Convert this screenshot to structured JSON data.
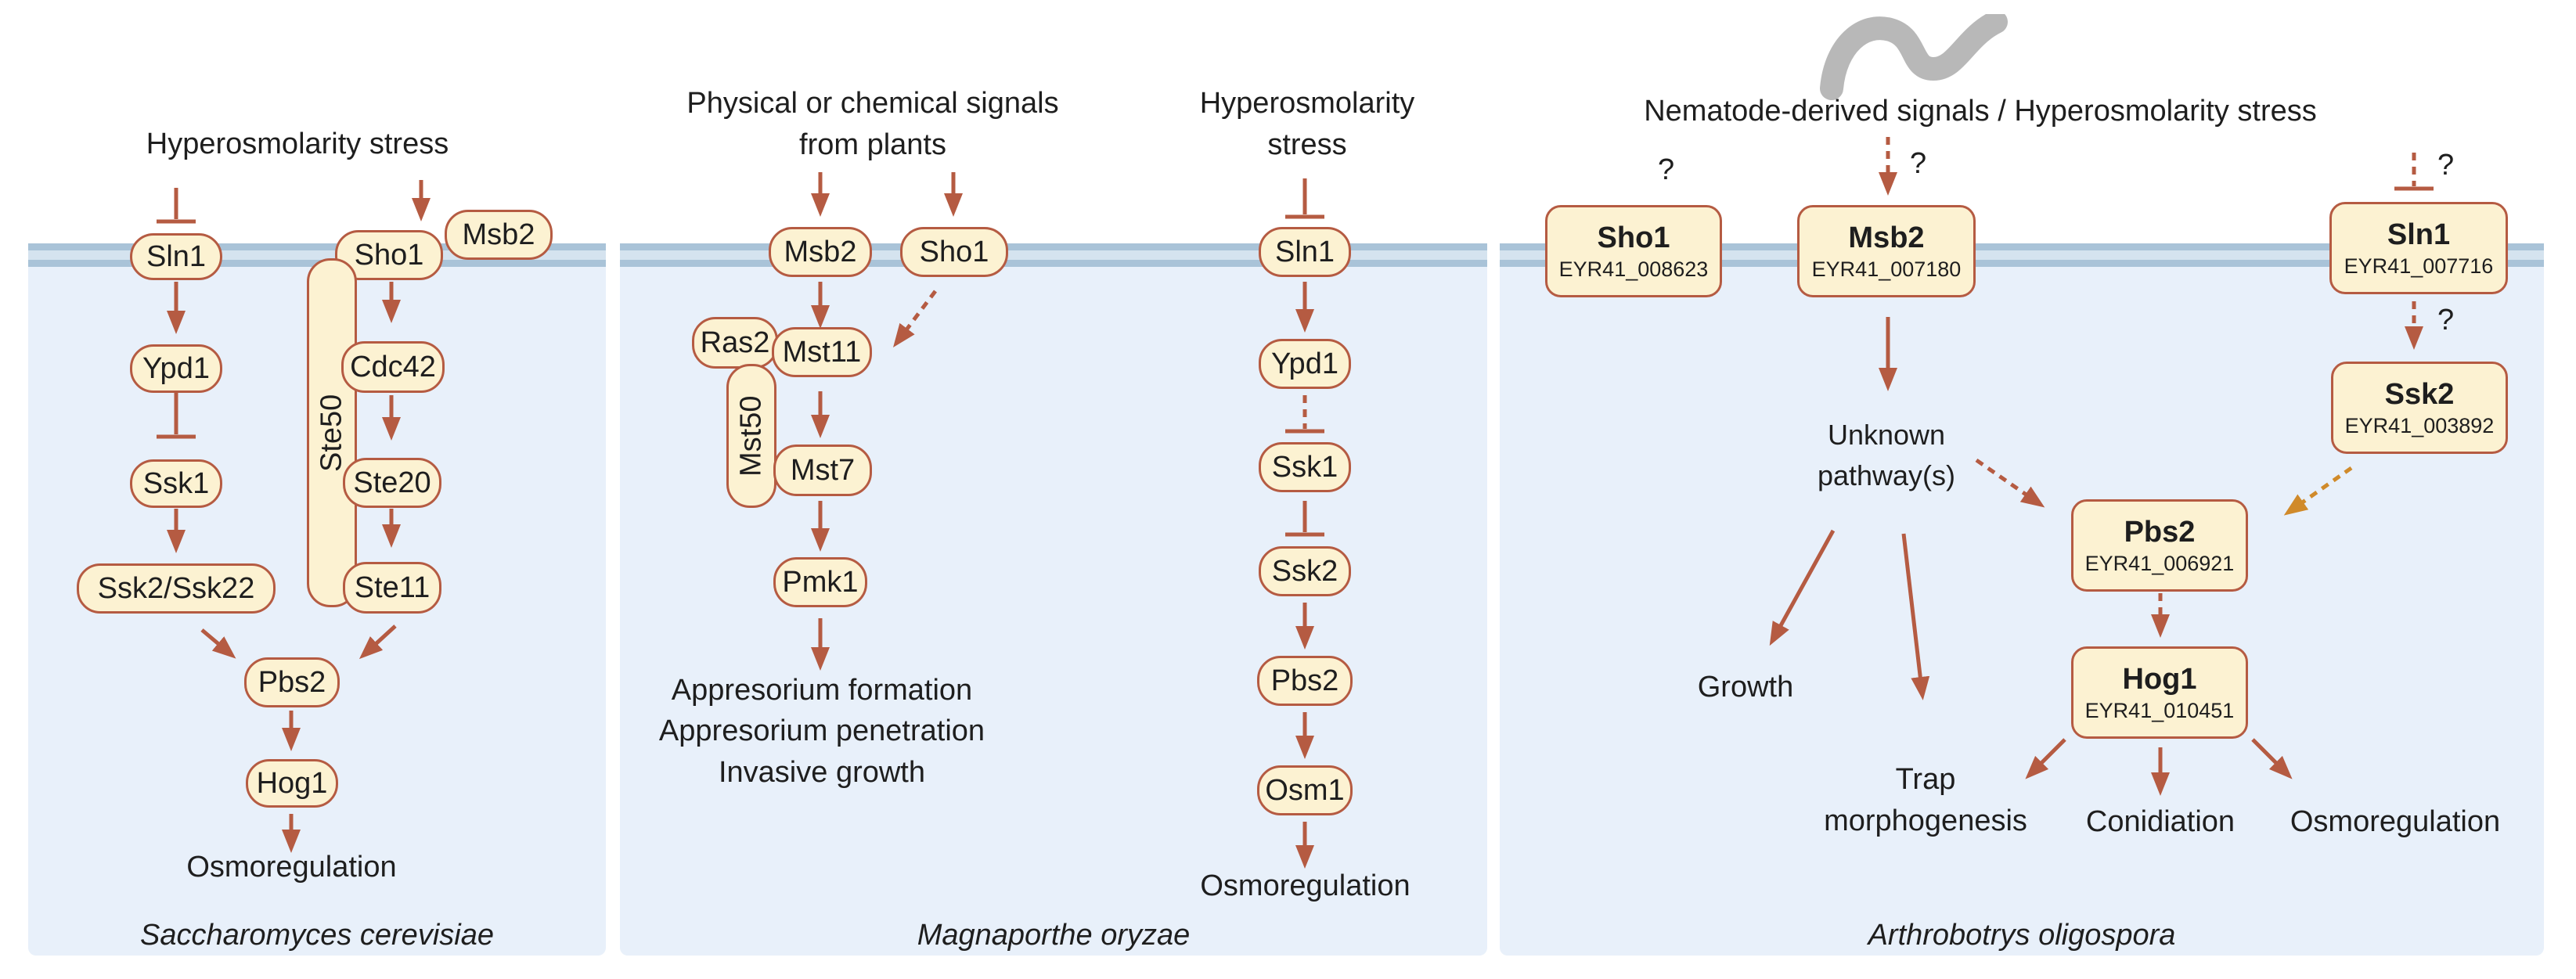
{
  "colors": {
    "arrow": "#b55b42",
    "arrow_alt": "#d08a2a",
    "node_fill": "#fcf2d2",
    "panel_fill": "#e8f0fa"
  },
  "icons": {
    "nematode": "nematode-silhouette-icon"
  },
  "panel1": {
    "species": "Saccharomyces cerevisiae",
    "signal": "Hyperosmolarity stress",
    "nodes": {
      "sln1": "Sln1",
      "sho1": "Sho1",
      "msb2": "Msb2",
      "ypd1": "Ypd1",
      "cdc42": "Cdc42",
      "ste50": "Ste50",
      "ssk1": "Ssk1",
      "ste20": "Ste20",
      "ssk2": "Ssk2/Ssk22",
      "ste11": "Ste11",
      "pbs2": "Pbs2",
      "hog1": "Hog1"
    },
    "output": "Osmoregulation"
  },
  "panel2": {
    "species": "Magnaporthe oryzae",
    "signal_left": [
      "Physical or chemical signals",
      "from plants"
    ],
    "signal_right": [
      "Hyperosmolarity",
      "stress"
    ],
    "nodes": {
      "msb2": "Msb2",
      "sho1": "Sho1",
      "ras2": "Ras2",
      "mst11": "Mst11",
      "mst50": "Mst50",
      "mst7": "Mst7",
      "pmk1": "Pmk1",
      "sln1": "Sln1",
      "ypd1": "Ypd1",
      "ssk1": "Ssk1",
      "ssk2": "Ssk2",
      "pbs2": "Pbs2",
      "osm1": "Osm1"
    },
    "output_left": [
      "Appresorium formation",
      "Appresorium penetration",
      "Invasive growth"
    ],
    "output_right": "Osmoregulation"
  },
  "panel3": {
    "species": "Arthrobotrys oligospora",
    "signal": "Nematode-derived signals / Hyperosmolarity stress",
    "question": "?",
    "sho1": {
      "name": "Sho1",
      "id": "EYR41_008623"
    },
    "msb2": {
      "name": "Msb2",
      "id": "EYR41_007180"
    },
    "sln1": {
      "name": "Sln1",
      "id": "EYR41_007716"
    },
    "ssk2": {
      "name": "Ssk2",
      "id": "EYR41_003892"
    },
    "pbs2": {
      "name": "Pbs2",
      "id": "EYR41_006921"
    },
    "hog1": {
      "name": "Hog1",
      "id": "EYR41_010451"
    },
    "unknown": [
      "Unknown",
      "pathway(s)"
    ],
    "outputs": {
      "growth": "Growth",
      "trap": [
        "Trap",
        "morphogenesis"
      ],
      "conidiation": "Conidiation",
      "osmoregulation": "Osmoregulation"
    }
  }
}
